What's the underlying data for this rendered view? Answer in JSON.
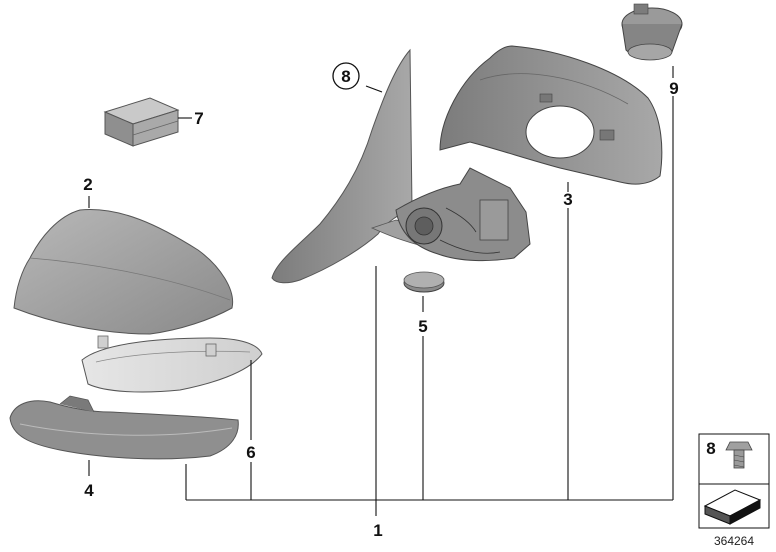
{
  "diagram": {
    "diagram_number": "364264",
    "callouts": [
      {
        "id": "1",
        "label": "1"
      },
      {
        "id": "2",
        "label": "2"
      },
      {
        "id": "3",
        "label": "3"
      },
      {
        "id": "4",
        "label": "4"
      },
      {
        "id": "5",
        "label": "5"
      },
      {
        "id": "6",
        "label": "6"
      },
      {
        "id": "7",
        "label": "7"
      },
      {
        "id": "8",
        "label": "8"
      },
      {
        "id": "9",
        "label": "9"
      }
    ],
    "inset": {
      "label": "8"
    }
  },
  "colors": {
    "part_fill": "#9a9a9a",
    "part_dark": "#6e6e6e",
    "part_light": "#c4c4c4",
    "line": "#111111"
  }
}
